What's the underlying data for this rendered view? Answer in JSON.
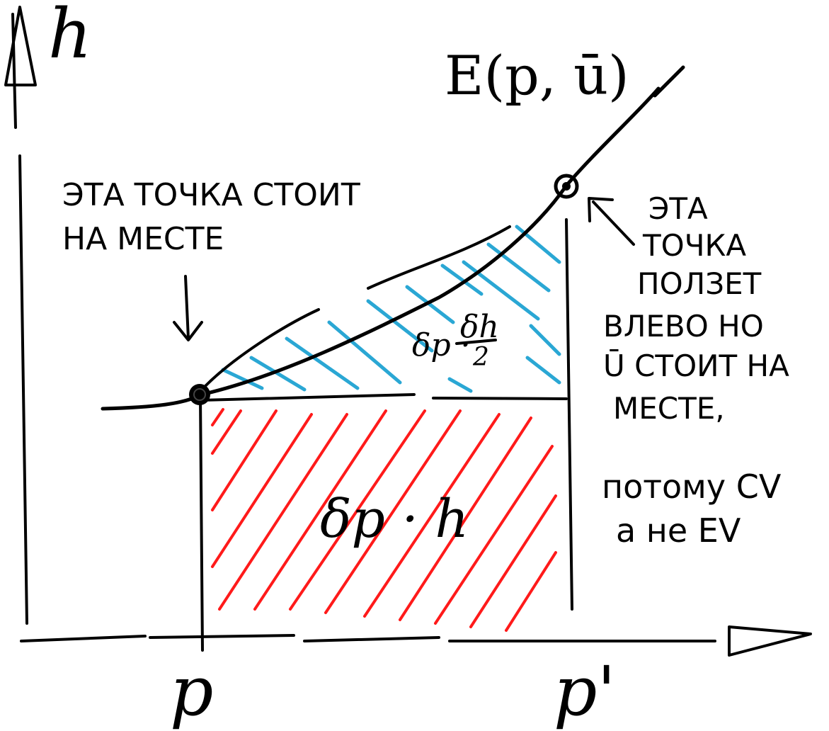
{
  "axes": {
    "y_label": "h",
    "x_tick_1": "p",
    "x_tick_2": "p'"
  },
  "curve_label": "E(p, ū)",
  "annotations": {
    "fixed_point_line1": "эта точка стоит",
    "fixed_point_line2": "на месте",
    "moving_point_lines": [
      "эта",
      "точка",
      "ползет",
      "влево но",
      "ū стоит на",
      "месте,"
    ],
    "conclusion_line1": "потому CV",
    "conclusion_line2": "а не EV"
  },
  "areas": {
    "rectangle_label": "δp · h",
    "triangle_prefix": "δp ·",
    "triangle_numerator": "δh",
    "triangle_denominator": "2"
  },
  "colors": {
    "ink": "#000000",
    "rectangle_hatch": "#ff1a1a",
    "triangle_hatch": "#2aa7d4",
    "background": "#ffffff"
  }
}
